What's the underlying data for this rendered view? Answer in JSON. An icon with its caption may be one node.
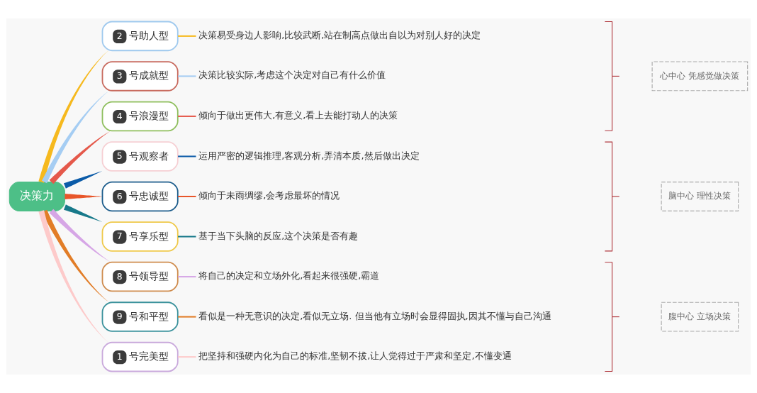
{
  "diagram": {
    "nodes": [
      {
        "text": [
          "决策力"
        ]
      },
      {
        "text": [
          "2",
          "号助人型"
        ]
      },
      {
        "text": [
          "3",
          "号成就型"
        ]
      },
      {
        "text": [
          "4",
          "号浪漫型"
        ]
      },
      {
        "text": [
          "5",
          "号观察者"
        ]
      },
      {
        "text": [
          "6",
          "号忠诚型"
        ]
      },
      {
        "text": [
          "7",
          "号享乐型"
        ]
      },
      {
        "text": [
          "8",
          "号领导型"
        ]
      },
      {
        "text": [
          "9",
          "号和平型"
        ]
      },
      {
        "text": [
          "1",
          "号完美型"
        ]
      },
      {
        "text": [
          "决策易受身边人影响,比较武断,站在制高点做出自以为对别人好的决定"
        ]
      },
      {
        "text": [
          "决策比较实际,考虑这个决定对自己有什么价值"
        ]
      },
      {
        "text": [
          "倾向于做出更伟大,有意义,看上去能打动人的决策"
        ]
      },
      {
        "text": [
          "运用严密的逻辑推理,客观分析,弄清本质,然后做出决定"
        ]
      },
      {
        "text": [
          "倾向于未雨绸缪,会考虑最坏的情况"
        ]
      },
      {
        "text": [
          "基于当下头脑的反应,这个决策是否有趣"
        ]
      },
      {
        "text": [
          "将自己的决定和立场外化,看起来很强硬,霸道"
        ]
      },
      {
        "text": [
          "看似是一种无意识的决定,看似无立场. 但当他有立场时会显得固执,因其不懂与自己沟通"
        ]
      },
      {
        "text": [
          "把坚持和强硬内化为自己的标准,坚韧不拔,让人觉得过于严肃和坚定,不懂变通"
        ]
      },
      {
        "text": [
          "心中心 凭感觉做决策"
        ]
      },
      {
        "text": [
          "脑中心 理性决策"
        ]
      },
      {
        "text": [
          "腹中心 立场决策"
        ]
      }
    ],
    "edges": [
      {
        "from": 0,
        "to": 1,
        "arrow": "none",
        "style": "thick",
        "color": "#f6b91e"
      },
      {
        "from": 0,
        "to": 2,
        "arrow": "none",
        "style": "thick",
        "color": "#a5cdf3"
      },
      {
        "from": 0,
        "to": 3,
        "arrow": "none",
        "style": "thick",
        "color": "#e5594b"
      },
      {
        "from": 0,
        "to": 4,
        "arrow": "none",
        "style": "thick",
        "color": "#0b5ba8"
      },
      {
        "from": 0,
        "to": 5,
        "arrow": "none",
        "style": "thick",
        "color": "#e8562a"
      },
      {
        "from": 0,
        "to": 6,
        "arrow": "none",
        "style": "thick",
        "color": "#17798a"
      },
      {
        "from": 0,
        "to": 7,
        "arrow": "none",
        "style": "thick",
        "color": "#d6a6e6"
      },
      {
        "from": 0,
        "to": 8,
        "arrow": "none",
        "style": "thick",
        "color": "#e27d27"
      },
      {
        "from": 0,
        "to": 9,
        "arrow": "none",
        "style": "thick",
        "color": "#fdcaca"
      },
      {
        "from": 1,
        "to": 10,
        "arrow": "none",
        "color": "#f6b91e"
      },
      {
        "from": 2,
        "to": 11,
        "arrow": "none",
        "color": "#a5cdf3"
      },
      {
        "from": 3,
        "to": 12,
        "arrow": "none",
        "color": "#e5594b"
      },
      {
        "from": 4,
        "to": 13,
        "arrow": "none",
        "color": "#0b5ba8"
      },
      {
        "from": 5,
        "to": 14,
        "arrow": "none",
        "color": "#e8562a"
      },
      {
        "from": 6,
        "to": 15,
        "arrow": "none",
        "color": "#17798a"
      },
      {
        "from": 7,
        "to": 16,
        "arrow": "none",
        "color": "#d6a6e6"
      },
      {
        "from": 8,
        "to": 17,
        "arrow": "none",
        "color": "#e27d27"
      },
      {
        "from": 9,
        "to": 18,
        "arrow": "none",
        "color": "#fdcaca"
      }
    ]
  }
}
